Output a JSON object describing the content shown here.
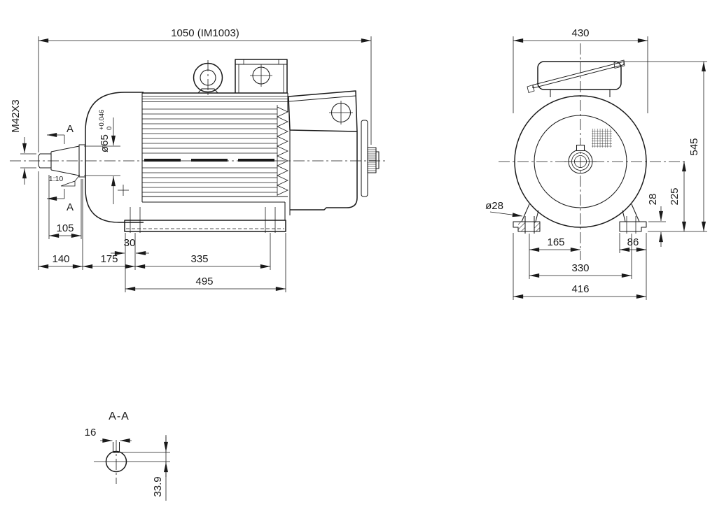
{
  "side_view": {
    "dim_overall": "1050 (IM1003)",
    "thread": "M42X3",
    "shaft_dia": "ø65",
    "shaft_dia_tol_upper": "+0.046",
    "shaft_dia_tol_lower": "0",
    "taper": "1:10",
    "section_label_top": "A",
    "section_label_bottom": "A",
    "dim_taper_length": "105",
    "dim_shaft_extension": "140",
    "dim_face_to_hole": "175",
    "dim_edge_to_hole": "30",
    "dim_hole_spacing": "335",
    "dim_base_length": "495"
  },
  "front_view": {
    "dim_width": "430",
    "dim_height": "545",
    "dim_axis_height": "225",
    "dim_foot_thickness": "28",
    "foot_hole_dia": "ø28",
    "dim_axis_to_hole": "165",
    "dim_foot_width": "86",
    "dim_hole_span": "330",
    "dim_base_width": "416"
  },
  "section": {
    "title": "A-A",
    "dim_key_width": "16",
    "dim_key_depth": "33.9"
  }
}
